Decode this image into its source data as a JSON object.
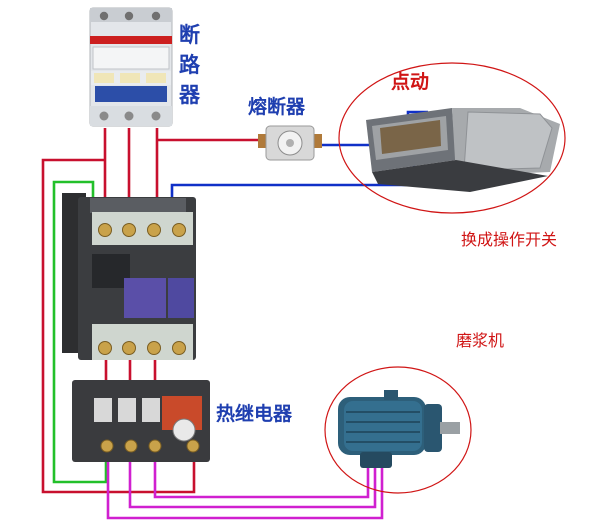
{
  "labels": {
    "breaker": "断路器",
    "fuse": "熔断器",
    "jog": "点动",
    "switch_note": "换成操作开关",
    "grinder": "磨浆机",
    "thermal_relay": "热继电器"
  },
  "colors": {
    "wire_red": "#c8102e",
    "wire_blue": "#1030c8",
    "wire_green": "#22c02a",
    "wire_magenta": "#d020d0",
    "label_blue": "#1f3fb0",
    "label_red": "#d01515",
    "ellipse": "#d01515"
  },
  "components": [
    {
      "id": "breaker",
      "icon": "circuit-breaker"
    },
    {
      "id": "fuse",
      "icon": "fuse"
    },
    {
      "id": "foot-switch",
      "icon": "foot-pedal-switch"
    },
    {
      "id": "contactor",
      "icon": "ac-contactor"
    },
    {
      "id": "thermal-relay",
      "icon": "thermal-overload-relay"
    },
    {
      "id": "motor",
      "icon": "electric-motor"
    }
  ]
}
